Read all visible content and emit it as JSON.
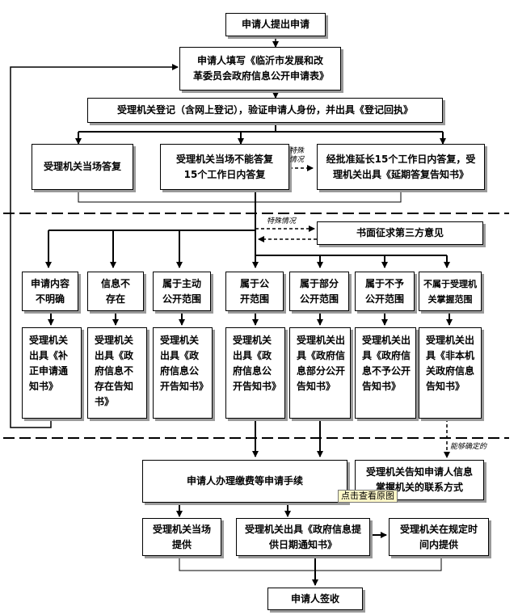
{
  "boxes": {
    "apply": "申请人提出申请",
    "fill_form": "申请人填写《临沂市发展和改革委员会政府信息公开申请表》",
    "register": "受理机关登记（含网上登记），验证申请人身份，并出具《登记回执》",
    "reply_now": "受理机关当场答复",
    "reply_15": "受理机关当场不能答复15个工作日内答复",
    "extend": "经批准延长15个工作日内答复，受理机关出具《延期答复告知书》",
    "third_party": "书面征求第三方意见",
    "cat_unclear": "申请内容不明确",
    "cat_not_exist": "信息不存在",
    "cat_active": "属于主动公开范围",
    "cat_public": "属于公开范围",
    "cat_partial": "属于部分公开范围",
    "cat_not_public": "属于不予公开范围",
    "cat_not_scope": "不属于受理机关掌握范围",
    "notice_correct": "受理机关出具《补正申请通知书》",
    "notice_not_exist": "受理机关出具《政府信息不存在告知书》",
    "notice_active": "受理机关出具《政府信息公开告知书》",
    "notice_public": "受理机关出具《政府信息公开告知书》",
    "notice_partial": "受理机关出具《政府信息部分公开告知书》",
    "notice_not_public": "受理机关出具《政府信息不予公开告知书》",
    "notice_not_scope": "受理机关出具《非本机关政府信息告知书》",
    "pay": "申请人办理缴费等申请手续",
    "inform_contact": "受理机关告知申请人信息掌握机关的联系方式",
    "provide_now": "受理机关当场提供",
    "date_notice": "受理机关出具《政府信息提供日期通知书》",
    "provide_later": "受理机关在规定时间内提供",
    "sign": "申请人签收"
  },
  "notes": {
    "special1": "特殊情况",
    "special2": "特殊情况",
    "can_determine": "能够确定的"
  },
  "tooltip": "点击查看原图"
}
